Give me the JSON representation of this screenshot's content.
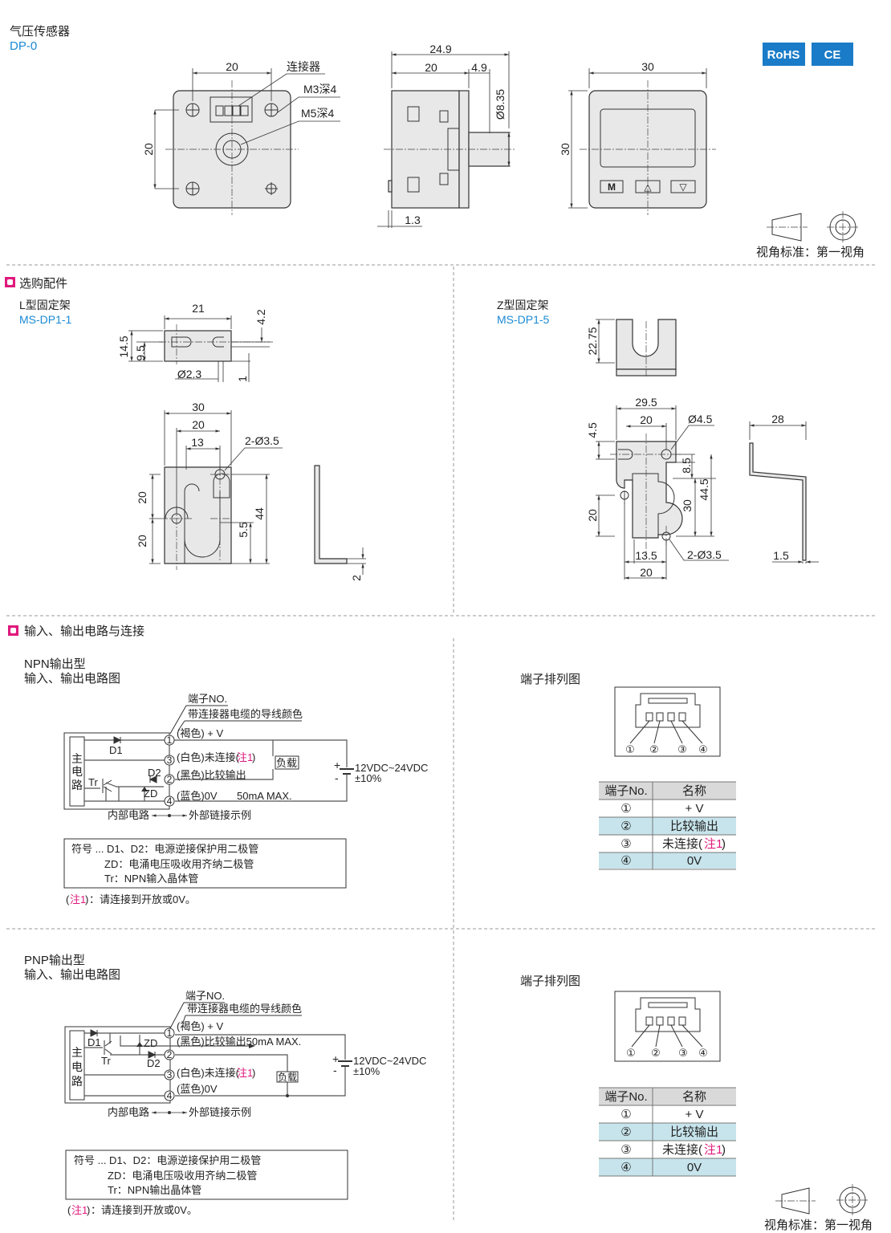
{
  "product": {
    "title": "气压传感器",
    "model": "DP-0"
  },
  "badges": [
    "RoHS",
    "CE"
  ],
  "front_view": {
    "d_width": "20",
    "d_height": "20",
    "connector": "连接器",
    "m3": "M3深4",
    "m5": "M5深4"
  },
  "side_view": {
    "d_total": "24.9",
    "d_body": "20",
    "d_nozzle": "4.9",
    "d_dia": "Ø8.35",
    "d_step": "1.3"
  },
  "display_view": {
    "d_width": "30",
    "d_height": "30",
    "btn_m": "M",
    "btn_up": "△",
    "btn_down": "▽"
  },
  "projection": {
    "label": "视角标准：第一视角"
  },
  "options": {
    "heading": "选购配件",
    "l_bracket": {
      "name": "L型固定架",
      "model": "MS-DP1-1",
      "dims": {
        "w21": "21",
        "h42": "4.2",
        "h145": "14.5",
        "h95": "9.5",
        "dia": "Ø2.3",
        "t1": "1",
        "w30": "30",
        "w20": "20",
        "w13": "13",
        "holes": "2-Ø3.5",
        "v20a": "20",
        "v20b": "20",
        "v55": "5.5",
        "v44": "44",
        "t2": "2"
      }
    },
    "z_bracket": {
      "name": "Z型固定架",
      "model": "MS-DP1-5",
      "dims": {
        "h2275": "22.75",
        "w295": "29.5",
        "w20": "20",
        "dia45": "Ø4.5",
        "v45": "4.5",
        "v85": "8.5",
        "v30": "30",
        "v445": "44.5",
        "v20": "20",
        "w135": "13.5",
        "holes": "2-Ø3.5",
        "w20b": "20",
        "side28": "28",
        "t15": "1.5"
      }
    }
  },
  "circuits": {
    "heading": "输入、输出电路与连接",
    "npn": {
      "type": "NPN输出型",
      "subtitle": "输入、输出电路图",
      "terminal_no": "端子NO.",
      "wire_color": "带连接器电缆的导线颜色",
      "t1": "(褐色) + V",
      "t3": "(白色)未连接(",
      "t2": "(黑色)比较输出",
      "t4": "(蓝色)0V",
      "max": "50mA MAX.",
      "note_ref": "注1",
      "main": [
        "主",
        "电",
        "路"
      ],
      "d1": "D1",
      "d2": "D2",
      "zd": "ZD",
      "tr": "Tr",
      "load": "负载",
      "supply": "12VDC~24VDC",
      "tol": "±10%",
      "internal": "内部电路",
      "external": "外部链接示例",
      "legend": [
        "符号 ... D1、D2：电源逆接保护用二极管",
        "ZD：电涌电压吸收用齐纳二极管",
        "Tr：NPN输入晶体管"
      ],
      "note": "：请连接到开放或0V。"
    },
    "pnp": {
      "type": "PNP输出型",
      "subtitle": "输入、输出电路图",
      "terminal_no": "端子NO.",
      "wire_color": "带连接器电缆的导线颜色",
      "t1": "(褐色) + V",
      "t2": "(黑色)比较输出50mA MAX.",
      "t3": "(白色)未连接(",
      "t4": "(蓝色)0V",
      "note_ref": "注1",
      "main": [
        "主",
        "电",
        "路"
      ],
      "d1": "D1",
      "d2": "D2",
      "zd": "ZD",
      "tr": "Tr",
      "load": "负载",
      "supply": "12VDC~24VDC",
      "tol": "±10%",
      "internal": "内部电路",
      "external": "外部链接示例",
      "legend": [
        "符号 ... D1、D2：电源逆接保护用二极管",
        "ZD：电涌电压吸收用齐纳二极管",
        "Tr：NPN输出晶体管"
      ],
      "note": "：请连接到开放或0V。"
    },
    "pin_layout": {
      "title": "端子排列图",
      "pins": [
        "①",
        "②",
        "③",
        "④"
      ],
      "headers": [
        "端子No.",
        "名称"
      ],
      "rows": [
        {
          "no": "①",
          "name": "+ V"
        },
        {
          "no": "②",
          "name": "比较输出"
        },
        {
          "no": "③",
          "name": "未连接(",
          "note": "注1"
        },
        {
          "no": "④",
          "name": "0V"
        }
      ]
    }
  },
  "colors": {
    "accent": "#1a8ad4",
    "badge": "#1a7cc8",
    "note": "#e0197d",
    "row_highlight": "#c7e4ec"
  }
}
